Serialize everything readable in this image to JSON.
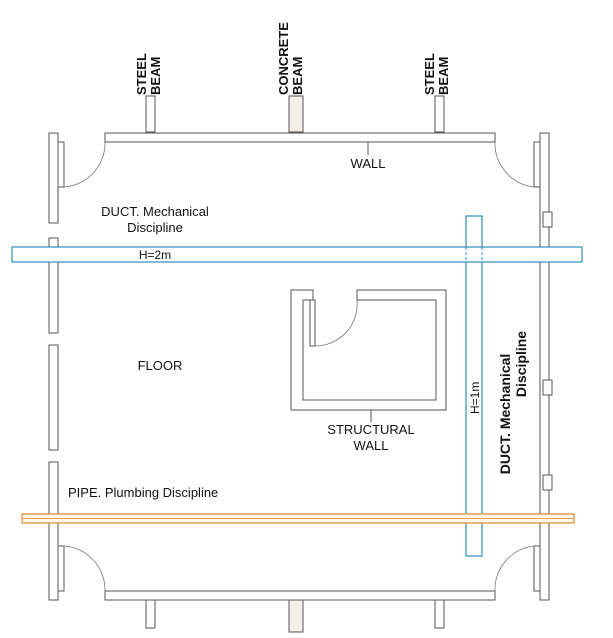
{
  "labels": {
    "steel_beam_left": [
      "STEEL",
      "BEAM"
    ],
    "concrete_beam": [
      "CONCRETE",
      "BEAM"
    ],
    "steel_beam_right": [
      "STEEL",
      "BEAM"
    ],
    "wall": "WALL",
    "duct_top": [
      "DUCT. Mechanical",
      "Discipline"
    ],
    "duct_top_height": "H=2m",
    "floor": "FLOOR",
    "structural_wall": [
      "STRUCTURAL",
      "WALL"
    ],
    "duct_right_height": "H=1m",
    "duct_right": [
      "DUCT. Mechanical",
      "Discipline"
    ],
    "pipe": "PIPE. Plumbing Discipline"
  },
  "colors": {
    "duct": "#2e8fb8",
    "pipe": "#e08a2a",
    "wall": "#555555"
  }
}
